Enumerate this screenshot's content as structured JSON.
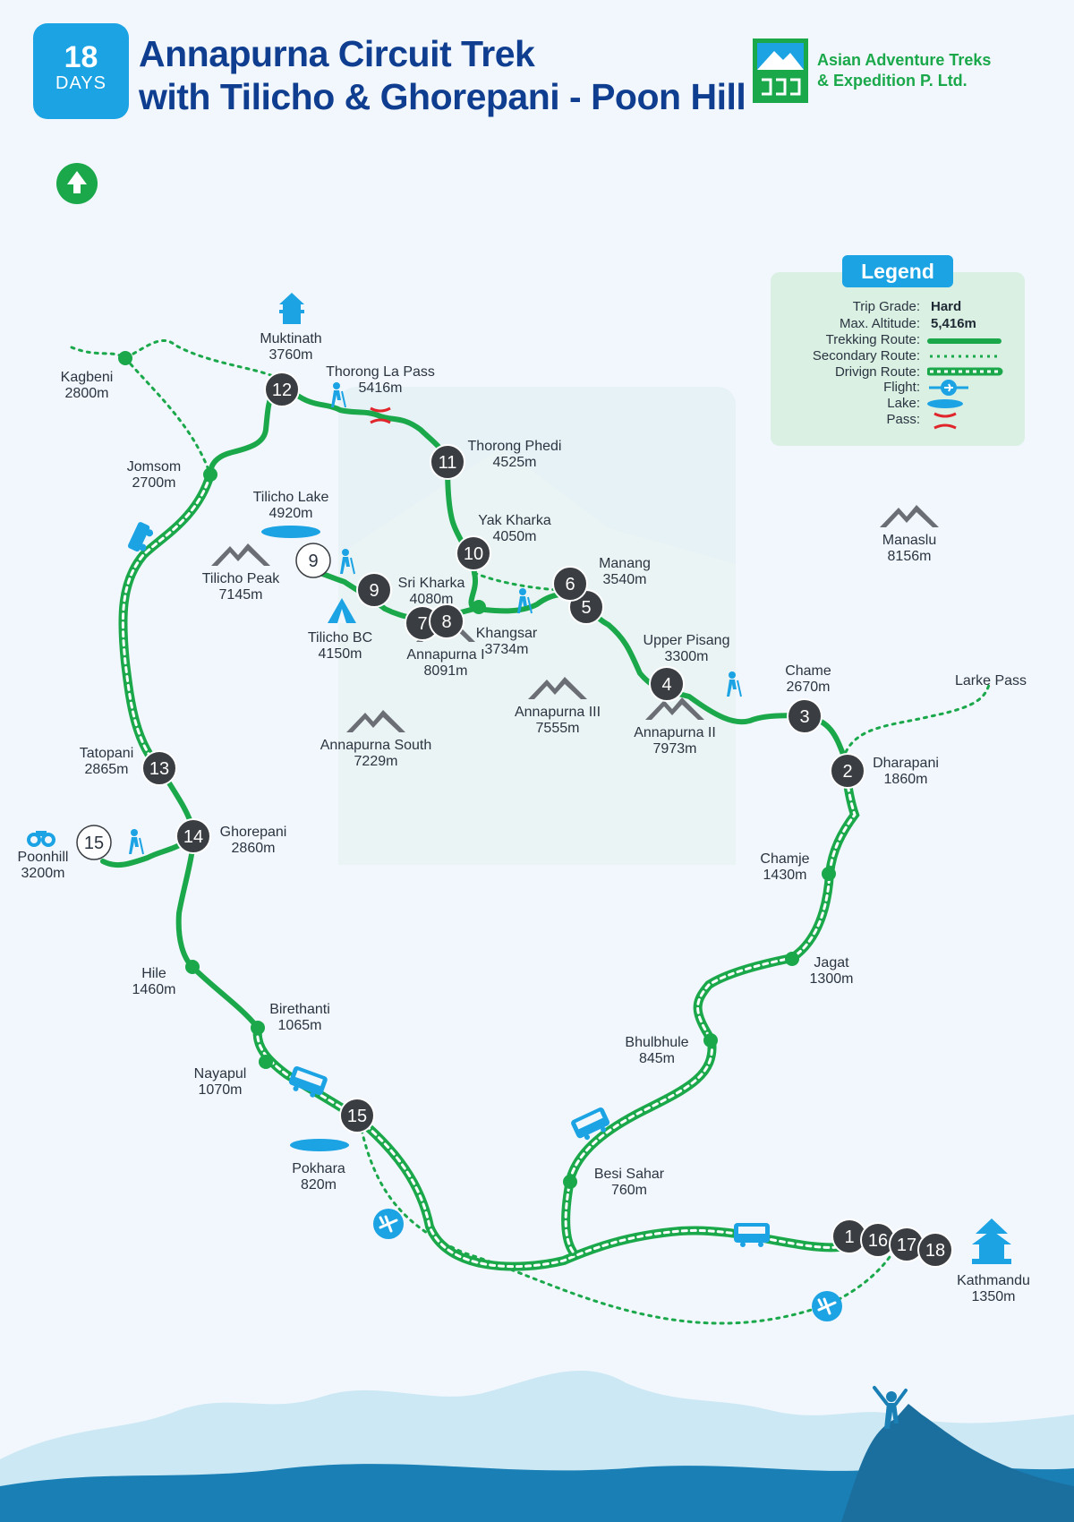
{
  "header": {
    "days_number": "18",
    "days_label": "DAYS",
    "title_line1": "Annapurna Circuit Trek",
    "title_line2": "with Tilicho & Ghorepani - Poon Hill",
    "company_line1": "Asian Adventure Treks",
    "company_line2": "& Expedition P. Ltd."
  },
  "legend": {
    "title": "Legend",
    "trip_grade_label": "Trip Grade:",
    "trip_grade_value": "Hard",
    "max_altitude_label": "Max. Altitude:",
    "max_altitude_value": "5,416m",
    "trekking_route_label": "Trekking Route:",
    "secondary_route_label": "Secondary Route:",
    "driving_route_label": "Drivign Route:",
    "flight_label": "Flight:",
    "lake_label": "Lake:",
    "pass_label": "Pass:"
  },
  "colors": {
    "trek_green": "#1aa84b",
    "day_marker": "#3a3d42",
    "accent_blue": "#1ba3e4",
    "title_blue": "#0f3d8f",
    "mountain_grey": "#6b6f75"
  },
  "places": [
    {
      "name": "Kagbeni",
      "alt": "2800m"
    },
    {
      "name": "Muktinath",
      "alt": "3760m"
    },
    {
      "name": "Thorong  La Pass",
      "alt": "5416m"
    },
    {
      "name": "Thorong Phedi",
      "alt": "4525m"
    },
    {
      "name": "Jomsom",
      "alt": "2700m"
    },
    {
      "name": "Tilicho Lake",
      "alt": "4920m"
    },
    {
      "name": "Yak Kharka",
      "alt": "4050m"
    },
    {
      "name": "Manang",
      "alt": "3540m"
    },
    {
      "name": "Sri Kharka",
      "alt": "4080m"
    },
    {
      "name": "Tilicho BC",
      "alt": "4150m"
    },
    {
      "name": "Khangsar",
      "alt": "3734m"
    },
    {
      "name": "Upper Pisang",
      "alt": "3300m"
    },
    {
      "name": "Chame",
      "alt": "2670m"
    },
    {
      "name": "Larke Pass",
      "alt": ""
    },
    {
      "name": "Dharapani",
      "alt": "1860m"
    },
    {
      "name": "Tatopani",
      "alt": "2865m"
    },
    {
      "name": "Ghorepani",
      "alt": "2860m"
    },
    {
      "name": "Poonhill",
      "alt": "3200m"
    },
    {
      "name": "Chamje",
      "alt": "1430m"
    },
    {
      "name": "Jagat",
      "alt": "1300m"
    },
    {
      "name": "Hile",
      "alt": "1460m"
    },
    {
      "name": "Birethanti",
      "alt": "1065m"
    },
    {
      "name": "Bhulbhule",
      "alt": "845m"
    },
    {
      "name": "Nayapul",
      "alt": "1070m"
    },
    {
      "name": "Pokhara",
      "alt": "820m"
    },
    {
      "name": "Besi Sahar",
      "alt": "760m"
    },
    {
      "name": "Kathmandu",
      "alt": "1350m"
    }
  ],
  "peaks": [
    {
      "name": "Manaslu",
      "alt": "8156m"
    },
    {
      "name": "Tilicho Peak",
      "alt": "7145m"
    },
    {
      "name": "Annapurna I",
      "alt": "8091m"
    },
    {
      "name": "Annapurna III",
      "alt": "7555m"
    },
    {
      "name": "Annapurna II",
      "alt": "7973m"
    },
    {
      "name": "Annapurna South",
      "alt": "7229m"
    }
  ],
  "day_markers": [
    {
      "num": "1",
      "style": "dark"
    },
    {
      "num": "2",
      "style": "dark"
    },
    {
      "num": "3",
      "style": "dark"
    },
    {
      "num": "4",
      "style": "dark"
    },
    {
      "num": "5",
      "style": "dark"
    },
    {
      "num": "6",
      "style": "dark"
    },
    {
      "num": "7",
      "style": "dark"
    },
    {
      "num": "8",
      "style": "dark"
    },
    {
      "num": "9",
      "style": "dark"
    },
    {
      "num": "9",
      "style": "outline"
    },
    {
      "num": "10",
      "style": "dark"
    },
    {
      "num": "11",
      "style": "dark"
    },
    {
      "num": "12",
      "style": "dark"
    },
    {
      "num": "13",
      "style": "dark"
    },
    {
      "num": "14",
      "style": "dark"
    },
    {
      "num": "15",
      "style": "outline"
    },
    {
      "num": "15",
      "style": "dark"
    },
    {
      "num": "16",
      "style": "dark"
    },
    {
      "num": "17",
      "style": "dark"
    },
    {
      "num": "18",
      "style": "dark"
    }
  ]
}
